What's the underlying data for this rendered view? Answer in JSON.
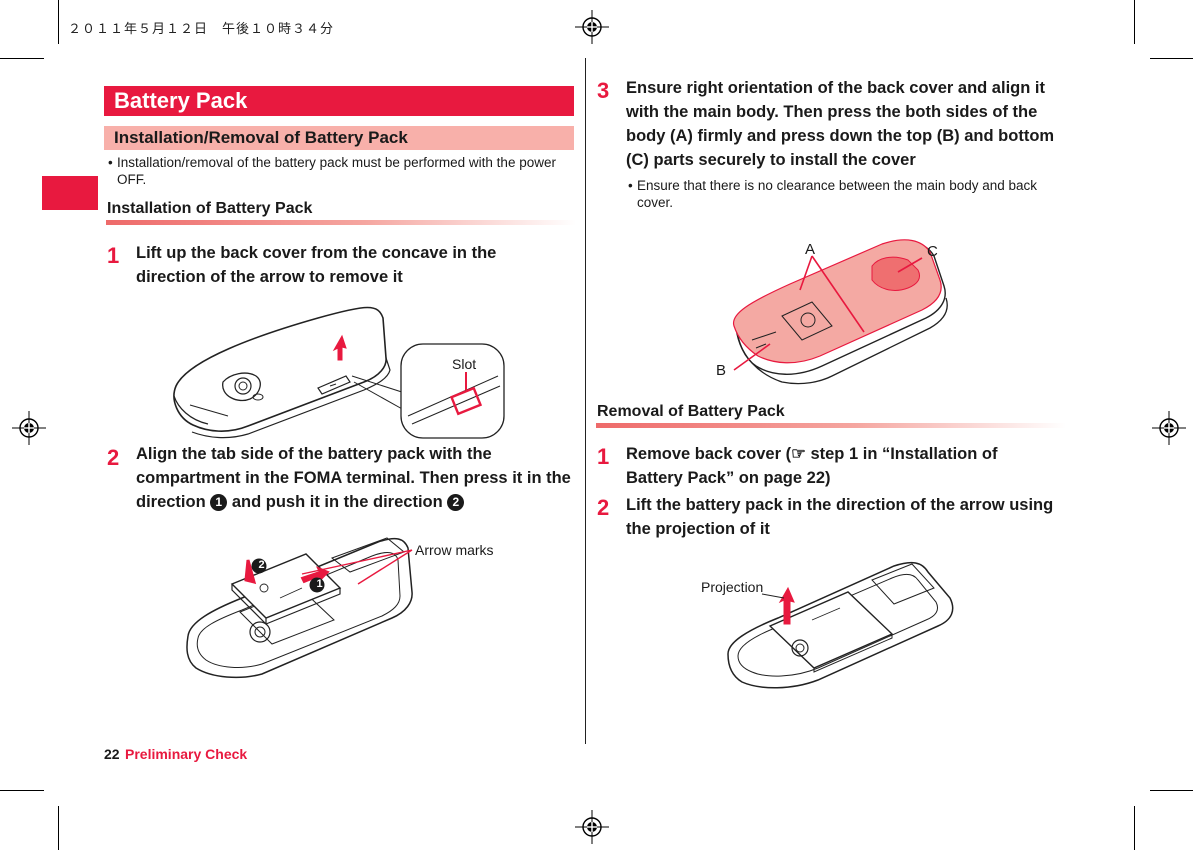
{
  "print_marks": {
    "timestamp": "２０１１年５月１２日　午後１０時３４分"
  },
  "colors": {
    "accent": "#e8193f",
    "subheader_bg": "#f8b0aa"
  },
  "left": {
    "section_title": "Battery Pack",
    "subsection_title": "Installation/Removal of Battery Pack",
    "note": "Installation/removal of the battery pack must be performed with the power OFF.",
    "install_heading": "Installation of Battery Pack",
    "step1": {
      "num": "1",
      "text": "Lift up the back cover from the concave in the direction of the arrow to remove it"
    },
    "fig1": {
      "slot_label": "Slot"
    },
    "step2": {
      "num": "2",
      "text_a": "Align the tab side of the battery pack with the compartment in the FOMA terminal. Then press it in the direction ",
      "circle1": "1",
      "text_b": " and push it in the direction ",
      "circle2": "2"
    },
    "fig2": {
      "arrow_marks_label": "Arrow marks",
      "marker1": "1",
      "marker2": "2"
    }
  },
  "right": {
    "step3": {
      "num": "3",
      "text": "Ensure right orientation of the back cover and align it with the main body. Then press the both sides of the body (A) firmly and press down the top (B) and bottom (C) parts securely to install the cover",
      "note": "Ensure that there is no clearance between the main body and back cover."
    },
    "fig3": {
      "label_a": "A",
      "label_b": "B",
      "label_c": "C"
    },
    "removal_heading": "Removal of Battery Pack",
    "rstep1": {
      "num": "1",
      "text": "Remove back cover (☞ step 1 in “Installation of Battery Pack” on page 22)"
    },
    "rstep2": {
      "num": "2",
      "text": "Lift the battery pack in the direction of the arrow using the projection of it"
    },
    "fig4": {
      "projection_label": "Projection"
    }
  },
  "footer": {
    "page_number": "22",
    "section": "Preliminary Check"
  }
}
